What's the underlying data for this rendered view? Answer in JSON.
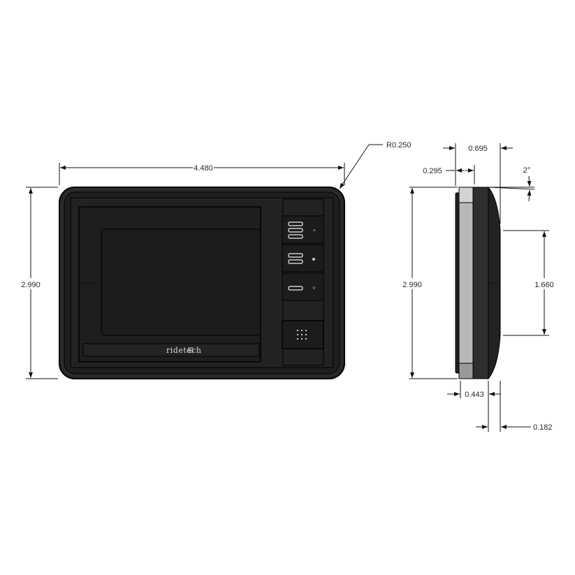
{
  "front_view": {
    "width_dim": "4.480",
    "height_dim": "2.990",
    "radius_dim": "R0.250",
    "logo_text": "ridetech"
  },
  "side_view": {
    "overall_depth_dim": "0.695",
    "face_depth_dim": "0.295",
    "angle_dim": "2°",
    "height_dim": "2.990",
    "mount_height_dim": "1.660",
    "body_depth_dim": "0.443",
    "back_depth_dim": "0.182"
  },
  "colors": {
    "body": "#1f1f1f",
    "face_gray": "#b8b8b8",
    "side_dark": "#2a2a2a"
  }
}
